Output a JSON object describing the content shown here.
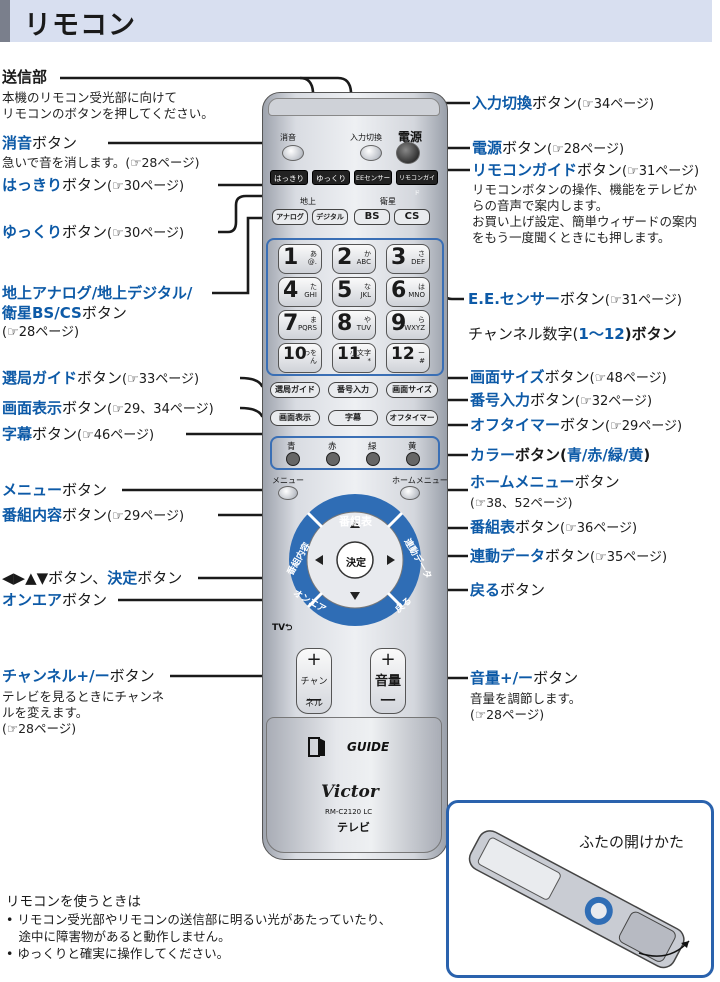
{
  "page": {
    "title": "リモコン"
  },
  "left_labels": {
    "soushin": {
      "name": "送信部",
      "desc1": "本機のリモコン受光部に向けて",
      "desc2": "リモコンのボタンを押してください。"
    },
    "shouon": {
      "name": "消音",
      "suffix": "ボタン",
      "desc": "急いで音を消します。(☞28ページ)"
    },
    "hakkiri": {
      "name": "はっきり",
      "suffix": "ボタン",
      "ref": "(☞30ページ)"
    },
    "yukkuri": {
      "name": "ゆっくり",
      "suffix": "ボタン",
      "ref": "(☞30ページ)"
    },
    "chijou": {
      "line1": "地上アナログ/地上デジタル/",
      "line2": "衛星BS/CS",
      "suffix": "ボタン",
      "ref": "(☞28ページ)"
    },
    "senkyoku": {
      "name": "選局ガイド",
      "suffix": "ボタン",
      "ref": "(☞33ページ)"
    },
    "gamenhyouji": {
      "name": "画面表示",
      "suffix": "ボタン",
      "ref": "(☞29、34ページ)"
    },
    "jimaku": {
      "name": "字幕",
      "suffix": "ボタン",
      "ref": "(☞46ページ)"
    },
    "menu": {
      "name": "メニュー",
      "suffix": "ボタン"
    },
    "bangumi_naiyou": {
      "name": "番組内容",
      "suffix": "ボタン",
      "ref": "(☞29ページ)"
    },
    "arrows": {
      "prefix": "◀▶▲▼ボタン、",
      "name": "決定",
      "suffix": "ボタン"
    },
    "onair": {
      "name": "オンエア",
      "suffix": "ボタン"
    },
    "channel": {
      "name": "チャンネル+/ー",
      "suffix": "ボタン",
      "desc1": "テレビを見るときにチャンネ",
      "desc2": "ルを変えます。",
      "ref": "(☞28ページ)"
    }
  },
  "right_labels": {
    "nyuryoku": {
      "name": "入力切換",
      "suffix": "ボタン",
      "ref": "(☞34ページ)"
    },
    "dengen": {
      "name": "電源",
      "suffix": "ボタン",
      "ref": "(☞28ページ)"
    },
    "guide": {
      "name": "リモコンガイド",
      "suffix": "ボタン",
      "ref": "(☞31ページ)",
      "desc1": "リモコンボタンの操作、機能をテレビか",
      "desc2": "らの音声で案内します。",
      "desc3": "お買い上げ設定、簡単ウィザードの案内",
      "desc4": "をもう一度聞くときにも押します。"
    },
    "ee": {
      "name": "E.E.センサー",
      "suffix": "ボタン",
      "ref": "(☞31ページ)"
    },
    "channel_num": {
      "pre": "チャンネル数字(",
      "num": "1～12",
      "post": ")ボタン"
    },
    "gamen_size": {
      "name": "画面サイズ",
      "suffix": "ボタン",
      "ref": "(☞48ページ)"
    },
    "bangou": {
      "name": "番号入力",
      "suffix": "ボタン",
      "ref": "(☞32ページ)"
    },
    "offtimer": {
      "name": "オフタイマー",
      "suffix": "ボタン",
      "ref": "(☞29ページ)"
    },
    "color": {
      "name": "カラー",
      "mid": "ボタン(",
      "colors": "青/赤/緑/黄",
      "post": ")"
    },
    "home": {
      "name": "ホームメニュー",
      "suffix": "ボタン",
      "ref": "(☞38、52ページ)"
    },
    "bangumihyou": {
      "name": "番組表",
      "suffix": "ボタン",
      "ref": "(☞36ページ)"
    },
    "rendou": {
      "name": "連動データ",
      "suffix": "ボタン",
      "ref": "(☞35ページ)"
    },
    "modoru": {
      "name": "戻る",
      "suffix": "ボタン"
    },
    "volume": {
      "name": "音量+/ー",
      "suffix": "ボタン",
      "desc": "音量を調節します。",
      "ref": "(☞28ページ)"
    }
  },
  "remote": {
    "shouon": "消音",
    "nyuryoku": "入力切換",
    "dengen": "電源",
    "hakkiri": "はっきり",
    "yukkuri": "ゆっくり",
    "ee": "EEセンサー",
    "guide": "リモコンガイド",
    "chijou": "地上",
    "eisei": "衛星",
    "analog": "アナログ",
    "digital": "デジタル",
    "bs": "BS",
    "cs": "CS",
    "keys": [
      {
        "n": "1",
        "s": "あ\n@."
      },
      {
        "n": "2",
        "s": "か\nABC"
      },
      {
        "n": "3",
        "s": "さ\nDEF"
      },
      {
        "n": "4",
        "s": "た\nGHI"
      },
      {
        "n": "5",
        "s": "な\nJKL"
      },
      {
        "n": "6",
        "s": "は\nMNO"
      },
      {
        "n": "7",
        "s": "ま\nPQRS"
      },
      {
        "n": "8",
        "s": "や\nTUV"
      },
      {
        "n": "9",
        "s": "ら\nWXYZ"
      },
      {
        "n": "10",
        "s": "わを\nん"
      },
      {
        "n": "11",
        "s": "小文字\n*"
      },
      {
        "n": "12",
        "s": "ー\n#"
      }
    ],
    "senkyoku": "選局ガイド",
    "bangou": "番号入力",
    "gamen_size": "画面サイズ",
    "gamenhyouji": "画面表示",
    "jimaku": "字幕",
    "offtimer": "オフタイマー",
    "ao": "青",
    "aka": "赤",
    "midori": "緑",
    "ki": "黄",
    "menu": "メニュー",
    "home": "ホームメニュー",
    "bangumihyou": "番組表",
    "naiyou": "番組内容",
    "rendou": "連動データ",
    "onair": "オンエア",
    "modoru": "戻る",
    "kettei": "決定",
    "tv": "TV⮌",
    "ch_plus": "+",
    "ch": "チャンネル",
    "ch_minus": "ー",
    "vol_plus": "+",
    "vol": "音量",
    "vol_minus": "ー",
    "guide_logo": "GUIDE",
    "brand": "Victor",
    "model": "RM-C2120 LC",
    "terebi": "テレビ"
  },
  "inset": {
    "caption": "ふたの開けかた"
  },
  "notes": {
    "heading": "リモコンを使うときは",
    "items": [
      "• リモコン受光部やリモコンの送信部に明るい光があたっていたり、",
      "　途中に障害物があると動作しません。",
      "• ゆっくりと確実に操作してください。"
    ]
  }
}
